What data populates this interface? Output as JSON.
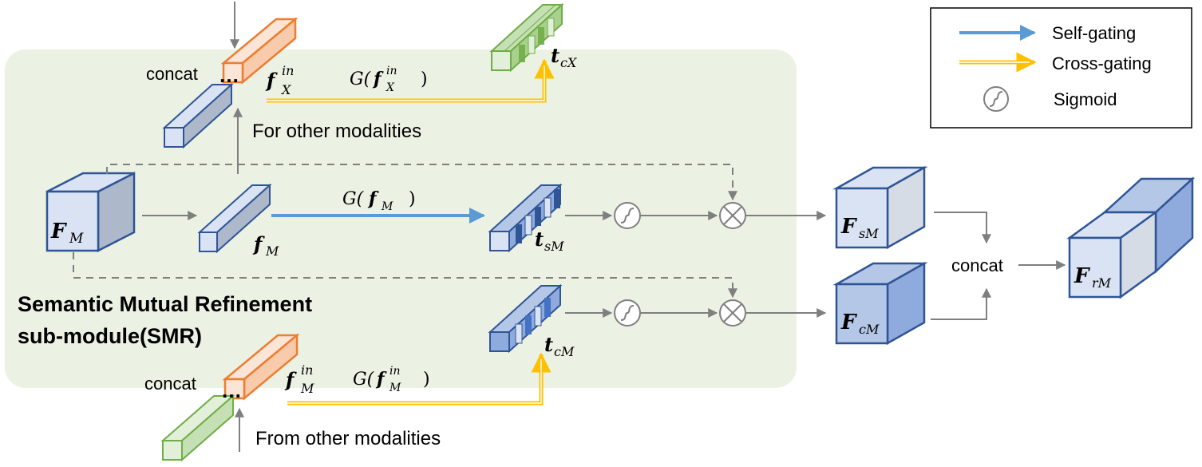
{
  "legend": {
    "self_gating": "Self-gating",
    "cross_gating": "Cross-gating",
    "sigmoid": "Sigmoid"
  },
  "module_title_line1": "Semantic Mutual Refinement",
  "module_title_line2": "sub-module(SMR)",
  "concat_labels": {
    "top": "concat",
    "bottom": "concat",
    "right": "concat"
  },
  "captions": {
    "for_other": "For other modalities",
    "from_other": "From other modalities"
  },
  "math": {
    "F": "F",
    "f": "f",
    "t": "t",
    "G": "G(",
    "paren": ")",
    "sub_M": "M",
    "sub_X": "X",
    "sub_sM": "sM",
    "sub_cM": "cM",
    "sub_cX": "cX",
    "sub_rM": "rM",
    "sup_in": "in"
  },
  "colors": {
    "self_gating": "#5b9bd5",
    "cross_gating": "#ffc000",
    "module_bg": "#ebf2e3",
    "arrow": "#7f7f7f",
    "blue_edge": "#2f5597",
    "orange_edge": "#ed7d31",
    "green_edge": "#70ad47"
  }
}
